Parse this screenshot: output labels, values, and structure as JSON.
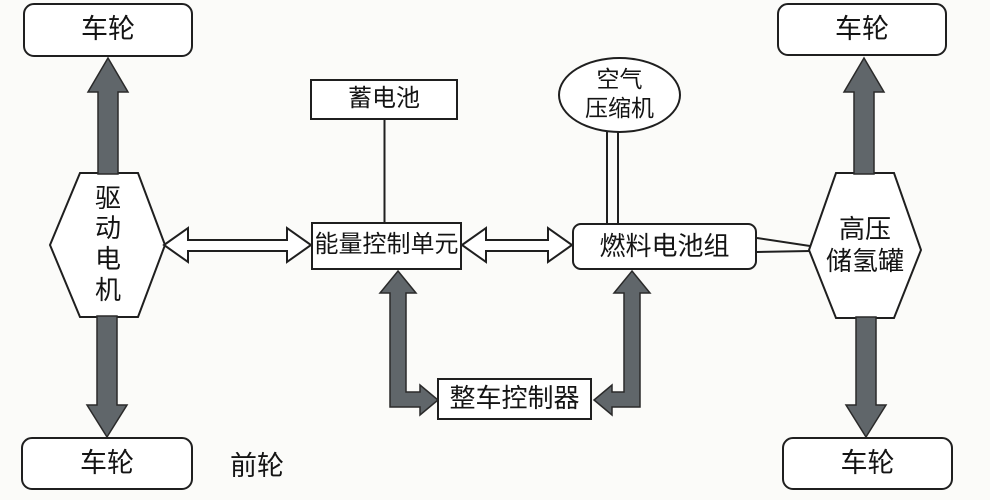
{
  "diagram": {
    "title": "fuel-cell-vehicle-powertrain-diagram",
    "nodes": {
      "wheel_top_left": {
        "label": "车轮",
        "shape": "rounded-rect"
      },
      "wheel_bottom_left": {
        "label": "车轮",
        "shape": "rounded-rect"
      },
      "wheel_top_right": {
        "label": "车轮",
        "shape": "rounded-rect"
      },
      "wheel_bottom_right": {
        "label": "车轮",
        "shape": "rounded-rect"
      },
      "drive_motor": {
        "label": "驱\n动\n电\n机",
        "shape": "hexagon"
      },
      "battery": {
        "label": "蓄电池",
        "shape": "rect"
      },
      "energy_control_unit": {
        "label": "能量控制单元",
        "shape": "rect"
      },
      "air_compressor": {
        "label": "空气\n压缩机",
        "shape": "ellipse"
      },
      "fuel_cell_stack": {
        "label": "燃料电池组",
        "shape": "rounded-rect"
      },
      "hydrogen_tank": {
        "label": "高压\n储氢罐",
        "shape": "hexagon"
      },
      "vehicle_controller": {
        "label": "整车控制器",
        "shape": "rect"
      },
      "front_wheel_note": {
        "label": "前轮"
      }
    },
    "connections": [
      {
        "from": "drive_motor",
        "to": "wheel_top_left",
        "style": "thick-gray-arrow"
      },
      {
        "from": "drive_motor",
        "to": "wheel_bottom_left",
        "style": "thick-gray-arrow"
      },
      {
        "from": "hydrogen_tank",
        "to": "wheel_top_right",
        "style": "thick-gray-arrow"
      },
      {
        "from": "hydrogen_tank",
        "to": "wheel_bottom_right",
        "style": "thick-gray-arrow"
      },
      {
        "from": "drive_motor",
        "to": "energy_control_unit",
        "style": "open-double-arrow"
      },
      {
        "from": "energy_control_unit",
        "to": "fuel_cell_stack",
        "style": "open-double-arrow"
      },
      {
        "from": "battery",
        "to": "energy_control_unit",
        "style": "line"
      },
      {
        "from": "air_compressor",
        "to": "fuel_cell_stack",
        "style": "double-line"
      },
      {
        "from": "fuel_cell_stack",
        "to": "hydrogen_tank",
        "style": "double-line"
      },
      {
        "from": "energy_control_unit",
        "to": "vehicle_controller",
        "style": "thick-gray-elbow-double-arrow"
      },
      {
        "from": "fuel_cell_stack",
        "to": "vehicle_controller",
        "style": "thick-gray-elbow-double-arrow"
      }
    ],
    "colors": {
      "arrow_gray": "#60666a",
      "stroke": "#1f1f1f",
      "background": "#fbfbf9",
      "text": "#141414"
    }
  }
}
